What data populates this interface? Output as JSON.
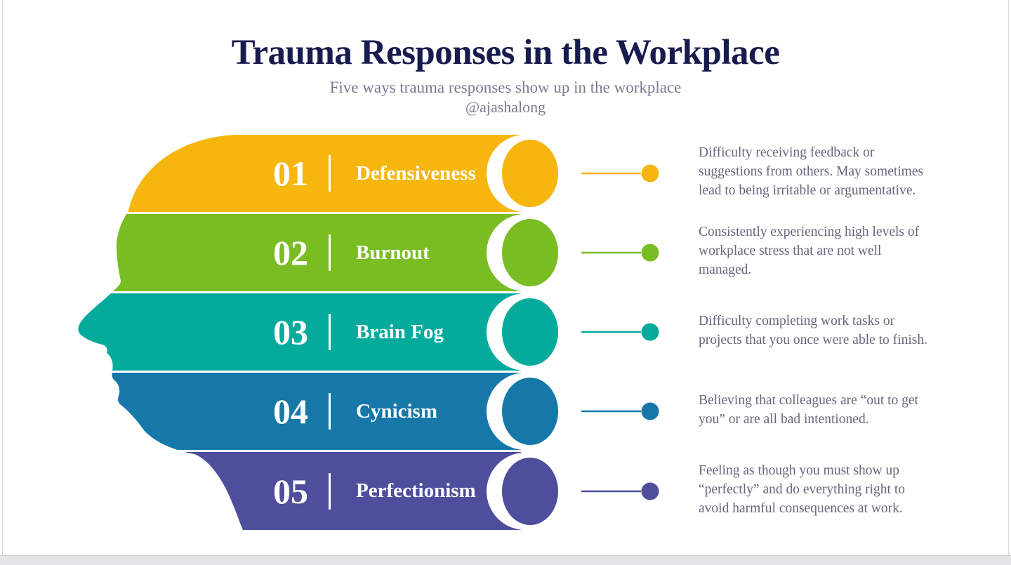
{
  "header": {
    "title": "Trauma Responses in the Workplace",
    "subtitle": "Five ways trauma responses show up in the workplace",
    "handle": "@ajashalong",
    "title_color": "#181b4d",
    "subtitle_color": "#7a7a8f"
  },
  "rows": [
    {
      "number": "01",
      "label": "Defensiveness",
      "description": "Difficulty receiving feedback or suggestions from others. May sometimes lead to being irritable or argumentative.",
      "color": "#f6b60e"
    },
    {
      "number": "02",
      "label": "Burnout",
      "description": "Consistently experiencing high levels of workplace stress that are not well managed.",
      "color": "#7abd23"
    },
    {
      "number": "03",
      "label": "Brain Fog",
      "description": "Difficulty completing work tasks or projects that you once were able to finish.",
      "color": "#04ab9d"
    },
    {
      "number": "04",
      "label": "Cynicism",
      "description": "Believing that colleagues are “out to get you” or are all bad intentioned.",
      "color": "#1678a9"
    },
    {
      "number": "05",
      "label": "Perfectionism",
      "description": "Feeling as though you must show up “perfectly” and do everything right to avoid harmful consequences at work.",
      "color": "#4e4e9c"
    }
  ]
}
